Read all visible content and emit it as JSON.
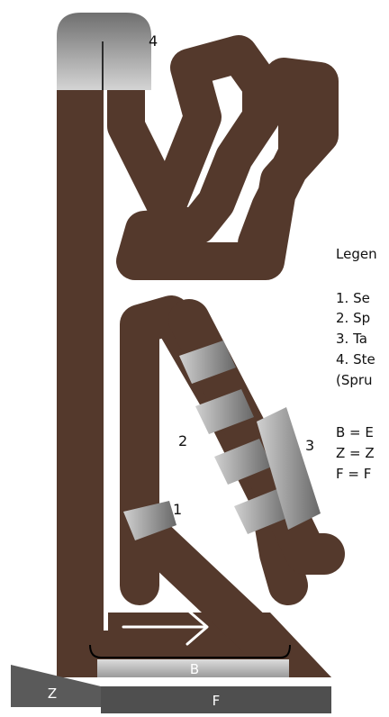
{
  "markers": {
    "m1": "1",
    "m2": "2",
    "m3": "3",
    "m4": "4"
  },
  "legend": {
    "title": "Legen",
    "items": [
      "1. Se",
      "2. Sp",
      "3. Ta",
      "4. Ste",
      "(Spru"
    ],
    "codes": [
      "B = E",
      "Z = Z",
      "F = F"
    ]
  },
  "blocks": {
    "b": "B",
    "z": "Z",
    "f": "F"
  },
  "colors": {
    "track": "#54392c",
    "background": "#ffffff",
    "zone_light": "#d2d2d2",
    "zone_dark": "#6a6a6a",
    "block_dark": "#555555",
    "text": "#111111"
  }
}
